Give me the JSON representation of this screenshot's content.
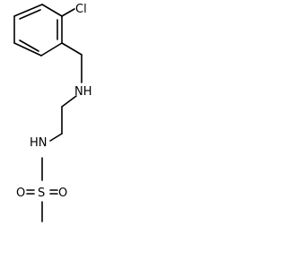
{
  "molecule": {
    "atoms": {
      "chlorine": "Cl",
      "amine_nh": "NH",
      "sulfonamide_hn": "HN",
      "sulfur": "S",
      "oxygen_left": "O",
      "oxygen_right": "O"
    }
  }
}
